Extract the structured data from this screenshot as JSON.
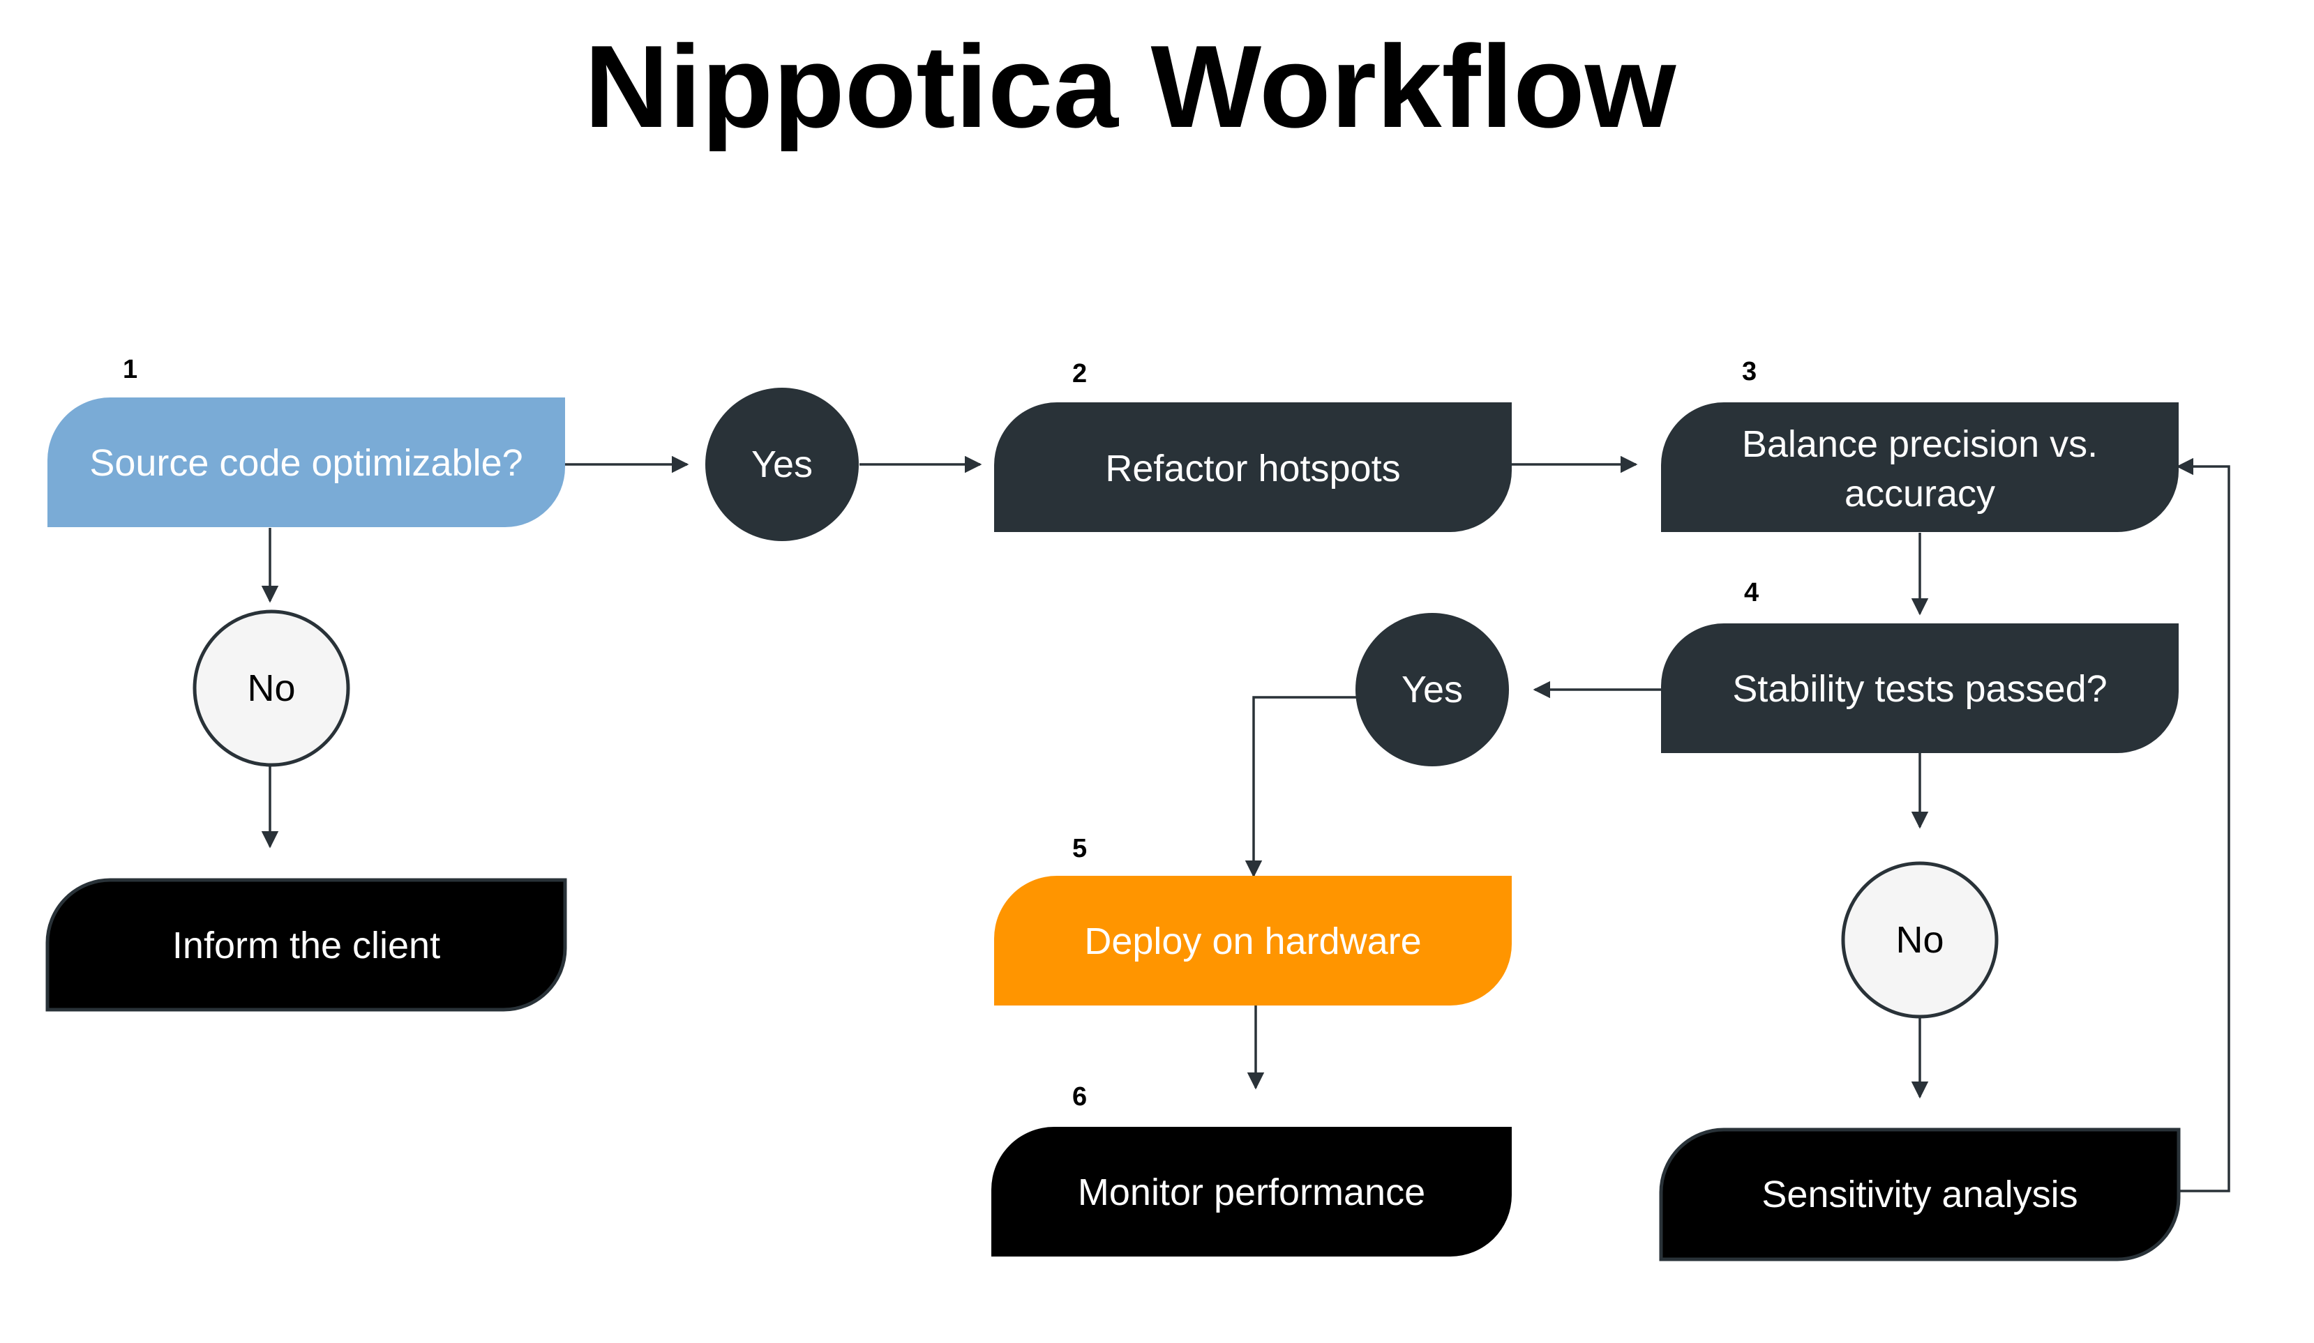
{
  "title": "Nippotica Workflow",
  "colors": {
    "blue": "#7aabd6",
    "dark": "#293238",
    "black": "#000000",
    "orange": "#ff9500",
    "light_circle": "#f5f5f5",
    "edge": "#2a3238"
  },
  "nodes": {
    "source_code_optimizable": {
      "step": "1",
      "label": "Source code optimizable?"
    },
    "yes_1": {
      "label": "Yes"
    },
    "no_1": {
      "label": "No"
    },
    "inform_client": {
      "label": "Inform the client"
    },
    "refactor_hotspots": {
      "step": "2",
      "label": "Refactor hotspots"
    },
    "balance_precision": {
      "step": "3",
      "label_line1": "Balance precision vs.",
      "label_line2": "accuracy"
    },
    "stability_tests": {
      "step": "4",
      "label": "Stability tests passed?"
    },
    "yes_2": {
      "label": "Yes"
    },
    "no_2": {
      "label": "No"
    },
    "deploy_hardware": {
      "step": "5",
      "label": "Deploy on hardware"
    },
    "monitor_performance": {
      "step": "6",
      "label": "Monitor performance"
    },
    "sensitivity_analysis": {
      "label": "Sensitivity analysis"
    }
  }
}
